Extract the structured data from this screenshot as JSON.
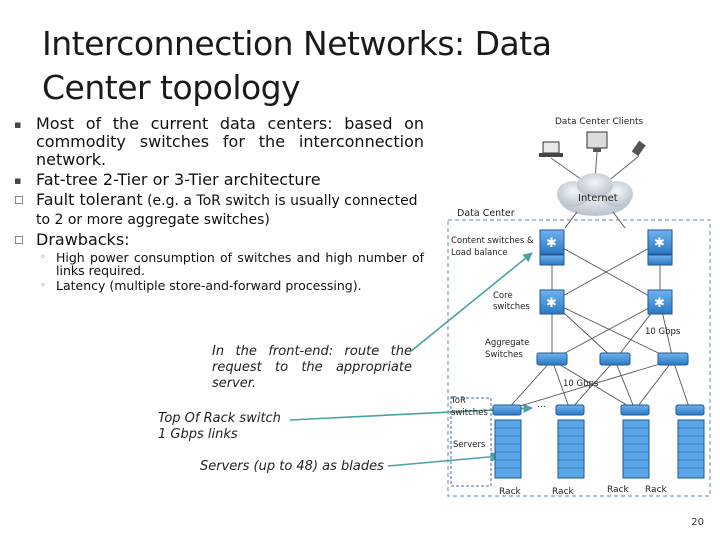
{
  "slide": {
    "title": "Interconnection Networks: Data Center topology",
    "bullets": [
      {
        "text": "Most of the current data centers: based on commodity switches for the interconnection network."
      },
      {
        "text": "Fat-tree 2-Tier or 3-Tier architecture"
      },
      {
        "lead": "Fault tolerant",
        "rest": " (e.g. a ToR switch is usually connected to 2 or more aggregate switches)"
      },
      {
        "text": "Drawbacks:"
      }
    ],
    "subbullets": [
      "High power consumption of switches and high number of links required.",
      "Latency (multiple store-and-forward processing)."
    ],
    "annotations": {
      "front_end": "In the front-end: route the request to the appropriate server.",
      "tor": "Top Of Rack switch\n1 Gbps links",
      "servers": "Servers (up to 48) as blades"
    },
    "page_number": "20"
  },
  "diagram": {
    "clients_label": "Data Center Clients",
    "internet_label": "Internet",
    "dc_label": "Data Center",
    "content_label": "Content switches &\nLoad balance",
    "core_label": "Core\nswitches",
    "agg_label": "Aggregate\nSwitches",
    "tor_label": "ToR\nswitches",
    "servers_label": "Servers",
    "speed_10g_1": "10 Gbps",
    "speed_10g_2": "10 Gbps",
    "rack_labels": [
      "Rack",
      "Rack",
      "Rack",
      "Rack"
    ],
    "colors": {
      "switch": "#3f8fd6",
      "server": "#5aa6e6",
      "border": "#7a9cc6",
      "arrow": "#4aa3a0"
    }
  }
}
